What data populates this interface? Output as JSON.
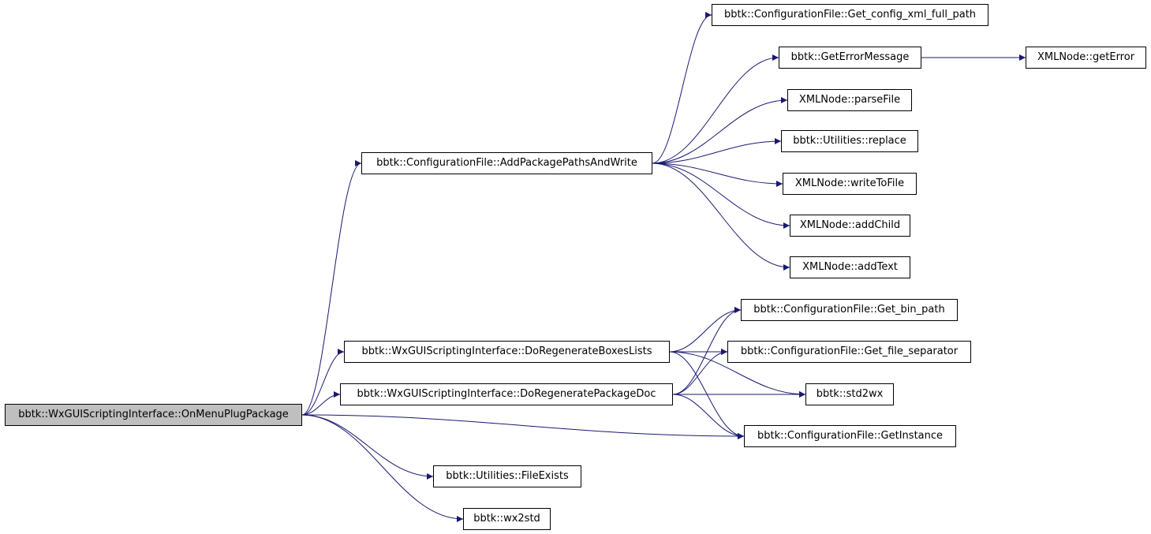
{
  "root": "n_root",
  "colors": {
    "edge": "#191970",
    "node_border": "#000000",
    "node_fill": "#ffffff",
    "root_fill": "#bfbfbf"
  },
  "nodes": {
    "n_root": "bbtk::WxGUIScriptingInterface::OnMenuPlugPackage",
    "n_addpkg": "bbtk::ConfigurationFile::AddPackagePathsAndWrite",
    "n_getcfg": "bbtk::ConfigurationFile::Get_config_xml_full_path",
    "n_geterrmsg": "bbtk::GetErrorMessage",
    "n_geterror": "XMLNode::getError",
    "n_parsefile": "XMLNode::parseFile",
    "n_replace": "bbtk::Utilities::replace",
    "n_writetofile": "XMLNode::writeToFile",
    "n_addchild": "XMLNode::addChild",
    "n_addtext": "XMLNode::addText",
    "n_binpath": "bbtk::ConfigurationFile::Get_bin_path",
    "n_doregenboxes": "bbtk::WxGUIScriptingInterface::DoRegenerateBoxesLists",
    "n_filesep": "bbtk::ConfigurationFile::Get_file_separator",
    "n_doregenpkg": "bbtk::WxGUIScriptingInterface::DoRegeneratePackageDoc",
    "n_std2wx": "bbtk::std2wx",
    "n_getinstance": "bbtk::ConfigurationFile::GetInstance",
    "n_fileexists": "bbtk::Utilities::FileExists",
    "n_wx2std": "bbtk::wx2std"
  },
  "edges": [
    [
      "n_root",
      "n_addpkg"
    ],
    [
      "n_root",
      "n_doregenboxes"
    ],
    [
      "n_root",
      "n_doregenpkg"
    ],
    [
      "n_root",
      "n_getinstance"
    ],
    [
      "n_root",
      "n_fileexists"
    ],
    [
      "n_root",
      "n_wx2std"
    ],
    [
      "n_addpkg",
      "n_getcfg"
    ],
    [
      "n_addpkg",
      "n_geterrmsg"
    ],
    [
      "n_addpkg",
      "n_parsefile"
    ],
    [
      "n_addpkg",
      "n_replace"
    ],
    [
      "n_addpkg",
      "n_writetofile"
    ],
    [
      "n_addpkg",
      "n_addchild"
    ],
    [
      "n_addpkg",
      "n_addtext"
    ],
    [
      "n_geterrmsg",
      "n_geterror"
    ],
    [
      "n_doregenboxes",
      "n_binpath"
    ],
    [
      "n_doregenboxes",
      "n_filesep"
    ],
    [
      "n_doregenboxes",
      "n_std2wx"
    ],
    [
      "n_doregenboxes",
      "n_getinstance"
    ],
    [
      "n_doregenpkg",
      "n_binpath"
    ],
    [
      "n_doregenpkg",
      "n_filesep"
    ],
    [
      "n_doregenpkg",
      "n_std2wx"
    ],
    [
      "n_doregenpkg",
      "n_getinstance"
    ]
  ]
}
